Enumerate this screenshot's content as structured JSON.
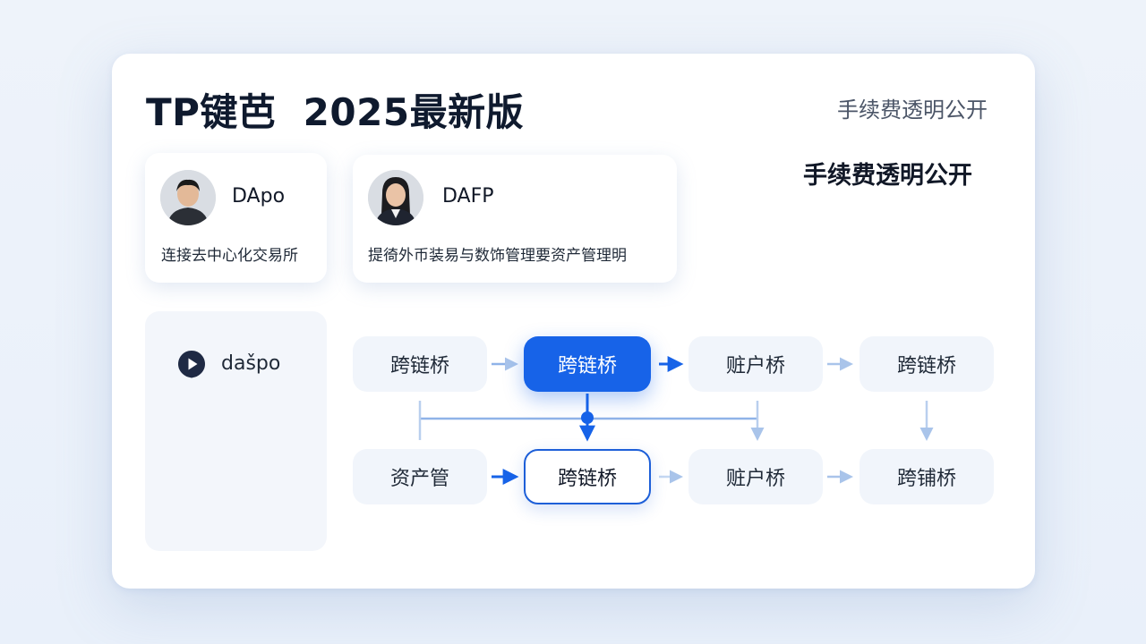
{
  "header": {
    "title": "TP键芭  2025最新版",
    "fee_small": "手续费透明公开",
    "fee_large": "手续费透明公开"
  },
  "profiles": [
    {
      "name": "DApo",
      "desc": "连接去中心化交易所"
    },
    {
      "name": "DAFP",
      "desc": "提徛外币装易与数饰管理要资产管理明"
    }
  ],
  "sidebar": {
    "brand": "dašpo"
  },
  "flow": {
    "row1": [
      "跨链桥",
      "跨链桥",
      "赃户桥",
      "跨链桥"
    ],
    "row2": [
      "资产管",
      "跨链桥",
      "赃户桥",
      "跨铺桥"
    ]
  },
  "colors": {
    "accent": "#1763e8",
    "brand_dark": "#1f2a44"
  }
}
